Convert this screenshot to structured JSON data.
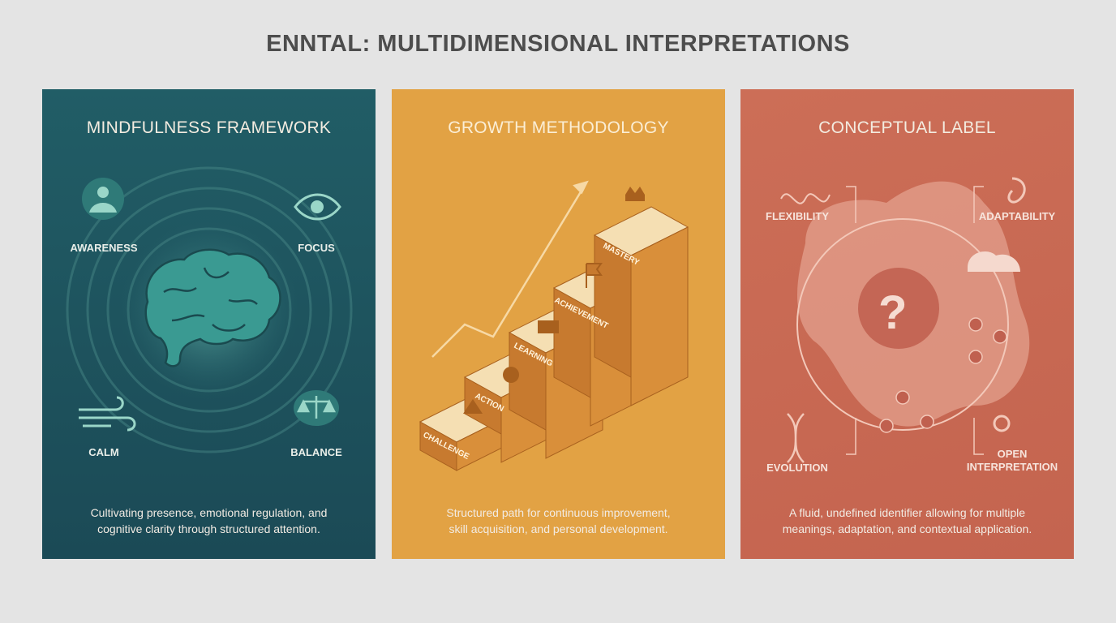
{
  "title": "ENNTAL: MULTIDIMENSIONAL INTERPRETATIONS",
  "panels": [
    {
      "title": "MINDFULNESS FRAMEWORK",
      "labels": [
        "AWARENESS",
        "FOCUS",
        "CALM",
        "BALANCE"
      ],
      "description": [
        "Cultivating presence, emotional regulation, and",
        "cognitive clarity through structured attention."
      ],
      "color": "#1f5662"
    },
    {
      "title": "GROWTH METHODOLOGY",
      "steps": [
        "CHALLENGE",
        "ACTION",
        "LEARNING",
        "ACHIEVEMENT",
        "MASTERY"
      ],
      "description": [
        "Structured path for continuous improvement,",
        "skill acquisition, and personal development."
      ],
      "color": "#e2a244"
    },
    {
      "title": "CONCEPTUAL LABEL",
      "labels": [
        "FLEXIBILITY",
        "ADAPTABILITY",
        "EVOLUTION",
        "OPEN INTERPRETATION"
      ],
      "center_symbol": "?",
      "description": [
        "A fluid, undefined identifier allowing for multiple",
        "meanings, adaptation, and contextual application."
      ],
      "color": "#c96a55"
    }
  ]
}
